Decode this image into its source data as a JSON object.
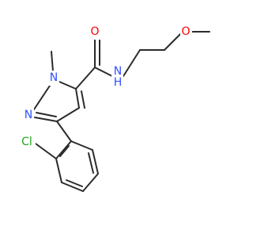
{
  "molecule": {
    "colors": {
      "bond": "#2b2b2b",
      "carbon": "#2b2b2b",
      "oxygen": "#ff0000",
      "nitrogen": "#2f4fff",
      "chlorine": "#1fa51f"
    },
    "labels": {
      "carbonyl_o": "O",
      "ether_o": "O",
      "amide_nh": "N",
      "amide_h": "H",
      "pyrazole_n1": "N",
      "pyrazole_n2": "N",
      "chlorine": "Cl"
    }
  }
}
